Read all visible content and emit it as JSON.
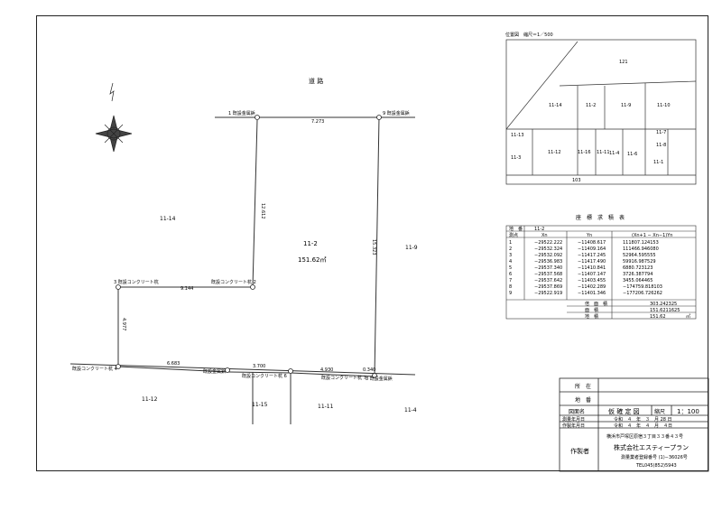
{
  "road_label": "道 路",
  "parcel_main": "11-2",
  "parcel_area": "151.62㎡",
  "parcels": [
    "11-14",
    "11-9",
    "11-12",
    "11-15",
    "11-11",
    "11-4"
  ],
  "points": {
    "p1": "1 既設金属鋲",
    "p2": "既設コンクリート杭 2",
    "p3": "3 既設コンクリート杭",
    "p4": "既設コンクリート杭 4",
    "p5": "既設金属鋲",
    "p6": "既設コンクリート杭 6",
    "p7": "既設コンクリート杭 7",
    "p8": "8 既設金属鋲",
    "p9": "9 既設金属鋲"
  },
  "distances": {
    "top": "7.273",
    "left_vertical": "12.612",
    "right_vertical": "15.323",
    "mid_horizontal": "9.144",
    "lower_vertical": "4.977",
    "bottom_left": "6.683",
    "bottom_mid": "3.700",
    "bottom_right": "4.930",
    "bottom_end": "0.340"
  },
  "locator_map": {
    "title": "位置図　縮尺＝1／500",
    "labels": [
      "121",
      "11-14",
      "11-2",
      "11-9",
      "11-10",
      "11-7",
      "11-13",
      "11-12",
      "11-16",
      "11-11",
      "11-4",
      "11-8",
      "11-6",
      "11-3",
      "11-1",
      "103"
    ]
  },
  "coord_table": {
    "title": "座　標　求　積　表",
    "lot_label": "地　番",
    "lot_value": "11-2",
    "headers": [
      "測点",
      "Xn",
      "Yn",
      "(Xn+1 − Xn−1)Yn"
    ],
    "rows": [
      [
        "1",
        "−29522.222",
        "−11408.617",
        "111807.124153"
      ],
      [
        "2",
        "−29532.324",
        "−11409.164",
        "111466.946080"
      ],
      [
        "3",
        "−29532.092",
        "−11417.245",
        "52964.595555"
      ],
      [
        "4",
        "−29536.983",
        "−11417.490",
        "59916.987529"
      ],
      [
        "5",
        "−29537.340",
        "−11410.841",
        "6880.723123"
      ],
      [
        "6",
        "−29537.568",
        "−11407.147",
        "3726.387794"
      ],
      [
        "7",
        "−29537.642",
        "−11403.455",
        "3455.064465"
      ],
      [
        "8",
        "−29537.869",
        "−11402.289",
        "−174759.818103"
      ],
      [
        "9",
        "−29522.919",
        "−11401.346",
        "−177206.726262"
      ]
    ],
    "footer": [
      [
        "倍　面　積",
        "303.242325",
        ""
      ],
      [
        "面　積",
        "151.6211625",
        ""
      ],
      [
        "地　積",
        "151.62",
        "㎡"
      ]
    ]
  },
  "title_block": {
    "location_label": "所　在",
    "location_value": "",
    "lot_label": "地　番",
    "lot_value": "",
    "drawing_name_label": "図面名",
    "drawing_name": "仮 確 定 図",
    "scale_label": "縮尺",
    "scale": "1：100",
    "survey_date_label": "測量年月日",
    "survey_date": "令和　４　年　３　月 28 日",
    "created_date_label": "作製年月日",
    "created_date": "令和　４　年　４　月　４日",
    "author_label": "作製者",
    "author_address": "横浜市戸塚区原宿３丁目３３番４３号",
    "author_company": "株式会社エスティープラン",
    "author_reg": "測量業者登録番号 (1)−36026号",
    "author_tel": "TEL045(852)5943"
  }
}
